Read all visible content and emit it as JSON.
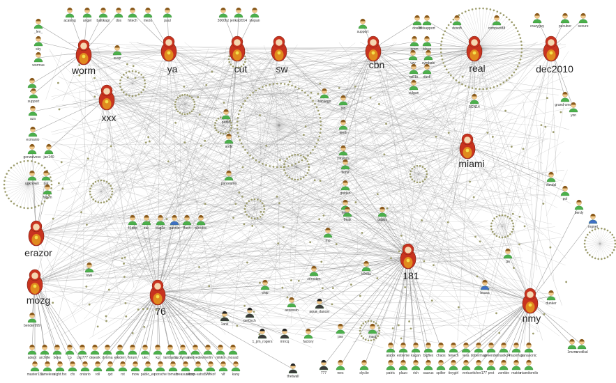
{
  "colors": {
    "edge": "#8a8a8a",
    "ring": "#9c9c6c",
    "user_green": "#4bb04b",
    "user_dark": "#3b3b3b",
    "user_blue": "#3f6fc4",
    "doll_red": "#c8331f",
    "doll_orange": "#e08a1e"
  },
  "hubs": [
    {
      "id": "worm",
      "label": "worm"
    },
    {
      "id": "ya",
      "label": "ya"
    },
    {
      "id": "cut",
      "label": "cut"
    },
    {
      "id": "sw",
      "label": "sw"
    },
    {
      "id": "cbn",
      "label": "cbn"
    },
    {
      "id": "real",
      "label": "real"
    },
    {
      "id": "dec2010",
      "label": "dec2010"
    },
    {
      "id": "xxx",
      "label": "xxx"
    },
    {
      "id": "miami",
      "label": "miami"
    },
    {
      "id": "erazor",
      "label": "erazor"
    },
    {
      "id": "mozg",
      "label": "mozg"
    },
    {
      "id": "76",
      "label": "76"
    },
    {
      "id": "181",
      "label": "181"
    },
    {
      "id": "nmy",
      "label": "nmy"
    }
  ],
  "users": [
    {
      "label": "_lev_",
      "kind": "green"
    },
    {
      "label": "sky",
      "kind": "green"
    },
    {
      "label": "wormus",
      "kind": "green"
    },
    {
      "label": "acaking",
      "kind": "green"
    },
    {
      "label": "angel",
      "kind": "green"
    },
    {
      "label": "baltikagr",
      "kind": "green"
    },
    {
      "label": "dos",
      "kind": "green"
    },
    {
      "label": "hitech",
      "kind": "green"
    },
    {
      "label": "mezo",
      "kind": "green"
    },
    {
      "label": "paul",
      "kind": "green"
    },
    {
      "label": "susp",
      "kind": "green"
    },
    {
      "label": "3000hz",
      "kind": "green"
    },
    {
      "label": "jerikal2014",
      "kind": "green"
    },
    {
      "label": "stepan",
      "kind": "green"
    },
    {
      "label": "support",
      "kind": "green"
    },
    {
      "label": "dos0ff",
      "kind": "green"
    },
    {
      "label": "belsupport",
      "kind": "green"
    },
    {
      "label": "pmm",
      "kind": "green"
    },
    {
      "label": "blauz",
      "kind": "green"
    },
    {
      "label": "vzy",
      "kind": "green"
    },
    {
      "label": "symbals",
      "kind": "green"
    },
    {
      "label": "ra61e",
      "kind": "green"
    },
    {
      "label": "dusk",
      "kind": "green"
    },
    {
      "label": "vulgan",
      "kind": "green"
    },
    {
      "label": "5CN14",
      "kind": "green"
    },
    {
      "label": "dosoft",
      "kind": "green"
    },
    {
      "label": "compact88",
      "kind": "green"
    },
    {
      "label": "crazyguy",
      "kind": "green"
    },
    {
      "label": "pecuber",
      "kind": "green"
    },
    {
      "label": "secure",
      "kind": "green"
    },
    {
      "label": "zw",
      "kind": "green"
    },
    {
      "label": "support",
      "kind": "green"
    },
    {
      "label": "aza",
      "kind": "green"
    },
    {
      "label": "exmanio",
      "kind": "green"
    },
    {
      "label": "gonzalvess",
      "kind": "green"
    },
    {
      "label": "jan140",
      "kind": "green"
    },
    {
      "label": "unknown",
      "kind": "green"
    },
    {
      "label": "nat",
      "kind": "green"
    },
    {
      "label": "falwm",
      "kind": "green"
    },
    {
      "label": "41dba",
      "kind": "green"
    },
    {
      "label": "zac",
      "kind": "green"
    },
    {
      "label": "bug2e",
      "kind": "green"
    },
    {
      "label": "flash",
      "kind": "green"
    },
    {
      "label": "sizedoc",
      "kind": "green"
    },
    {
      "label": "gavrilo",
      "kind": "blue"
    },
    {
      "label": "bender999",
      "kind": "green"
    },
    {
      "label": "adept",
      "kind": "green"
    },
    {
      "label": "archille",
      "kind": "green"
    },
    {
      "label": "boka",
      "kind": "green"
    },
    {
      "label": "cp",
      "kind": "green"
    },
    {
      "label": "ckp777",
      "kind": "green"
    },
    {
      "label": "dejesik",
      "kind": "green"
    },
    {
      "label": "dvoma",
      "kind": "green"
    },
    {
      "label": "ejkiderr",
      "kind": "green"
    },
    {
      "label": "forum",
      "kind": "green"
    },
    {
      "label": "ukx",
      "kind": "green"
    },
    {
      "label": "kg",
      "kind": "green"
    },
    {
      "label": "lambada",
      "kind": "green"
    },
    {
      "label": "luckyman",
      "kind": "green"
    },
    {
      "label": "medvedev",
      "kind": "green"
    },
    {
      "label": "merlin",
      "kind": "green"
    },
    {
      "label": "mikkis",
      "kind": "green"
    },
    {
      "label": "mosad",
      "kind": "green"
    },
    {
      "label": "master111",
      "kind": "green"
    },
    {
      "label": "nameless",
      "kind": "green"
    },
    {
      "label": "night.fox",
      "kind": "green"
    },
    {
      "label": "cfx",
      "kind": "green"
    },
    {
      "label": "ontario",
      "kind": "green"
    },
    {
      "label": "roll",
      "kind": "green"
    },
    {
      "label": "qxt",
      "kind": "green"
    },
    {
      "label": "rxt",
      "kind": "green"
    },
    {
      "label": "mow",
      "kind": "green"
    },
    {
      "label": "pablo_ex",
      "kind": "green"
    },
    {
      "label": "porsche",
      "kind": "green"
    },
    {
      "label": "tomato",
      "kind": "green"
    },
    {
      "label": "treasureboy",
      "kind": "green"
    },
    {
      "label": "ulcom-vatra577",
      "kind": "green"
    },
    {
      "label": "vorkof",
      "kind": "green"
    },
    {
      "label": "vlf",
      "kind": "green"
    },
    {
      "label": "kany",
      "kind": "green"
    },
    {
      "label": "1ank",
      "kind": "dark"
    },
    {
      "label": "pet0sch",
      "kind": "dark"
    },
    {
      "label": "assassin",
      "kind": "green"
    },
    {
      "label": "aqua_dancer",
      "kind": "dark"
    },
    {
      "label": "1_jim_rogers",
      "kind": "dark"
    },
    {
      "label": "mrrcq",
      "kind": "dark"
    },
    {
      "label": "factory",
      "kind": "green"
    },
    {
      "label": "thetwall",
      "kind": "dark"
    },
    {
      "label": "777",
      "kind": "dark"
    },
    {
      "label": "wes",
      "kind": "green"
    },
    {
      "label": "slyclie",
      "kind": "green"
    },
    {
      "label": "jaw",
      "kind": "green"
    },
    {
      "label": "mact",
      "kind": "green"
    },
    {
      "label": "1mzm",
      "kind": "green"
    },
    {
      "label": "anotikal",
      "kind": "green"
    },
    {
      "label": "alabix",
      "kind": "green"
    },
    {
      "label": "extreme",
      "kind": "green"
    },
    {
      "label": "kagan",
      "kind": "green"
    },
    {
      "label": "bigflex",
      "kind": "green"
    },
    {
      "label": "chaos",
      "kind": "green"
    },
    {
      "label": "fenech",
      "kind": "green"
    },
    {
      "label": "lesa",
      "kind": "green"
    },
    {
      "label": "doberman",
      "kind": "green"
    },
    {
      "label": "greender",
      "kind": "green"
    },
    {
      "label": "maxik24",
      "kind": "green"
    },
    {
      "label": "maximus",
      "kind": "green"
    },
    {
      "label": "panasonic",
      "kind": "green"
    },
    {
      "label": "patric",
      "kind": "green"
    },
    {
      "label": "plazo",
      "kind": "green"
    },
    {
      "label": "rich",
      "kind": "green"
    },
    {
      "label": "saurus",
      "kind": "green"
    },
    {
      "label": "spilter",
      "kind": "green"
    },
    {
      "label": "tinygirl",
      "kind": "green"
    },
    {
      "label": "vertu",
      "kind": "green"
    },
    {
      "label": "witcher177",
      "kind": "green"
    },
    {
      "label": "prot",
      "kind": "green"
    },
    {
      "label": "zombie",
      "kind": "green"
    },
    {
      "label": "matrix",
      "kind": "green"
    },
    {
      "label": "miamitomilo",
      "kind": "green"
    },
    {
      "label": "bossa",
      "kind": "blue"
    },
    {
      "label": "dunker",
      "kind": "green"
    },
    {
      "label": "ga",
      "kind": "green"
    },
    {
      "label": "grand-smoke",
      "kind": "green"
    },
    {
      "label": "yon",
      "kind": "green"
    },
    {
      "label": "chip",
      "kind": "green"
    },
    {
      "label": "zerocom",
      "kind": "green"
    },
    {
      "label": "mp",
      "kind": "green"
    },
    {
      "label": "k0rdia",
      "kind": "green"
    },
    {
      "label": "gabby",
      "kind": "green"
    },
    {
      "label": "backego",
      "kind": "green"
    },
    {
      "label": "jun",
      "kind": "green"
    },
    {
      "label": "teeth",
      "kind": "green"
    },
    {
      "label": "zimlinds",
      "kind": "green"
    },
    {
      "label": "tema",
      "kind": "green"
    },
    {
      "label": "golden",
      "kind": "green"
    },
    {
      "label": "neko",
      "kind": "green"
    },
    {
      "label": "freak",
      "kind": "green"
    },
    {
      "label": "pablo",
      "kind": "green"
    },
    {
      "label": "andy",
      "kind": "green"
    },
    {
      "label": "panorama",
      "kind": "green"
    },
    {
      "label": "kiwi",
      "kind": "green"
    },
    {
      "label": "vandal",
      "kind": "green"
    },
    {
      "label": "pol",
      "kind": "green"
    },
    {
      "label": "berdy",
      "kind": "green"
    },
    {
      "label": "mgnet",
      "kind": "blue"
    }
  ]
}
